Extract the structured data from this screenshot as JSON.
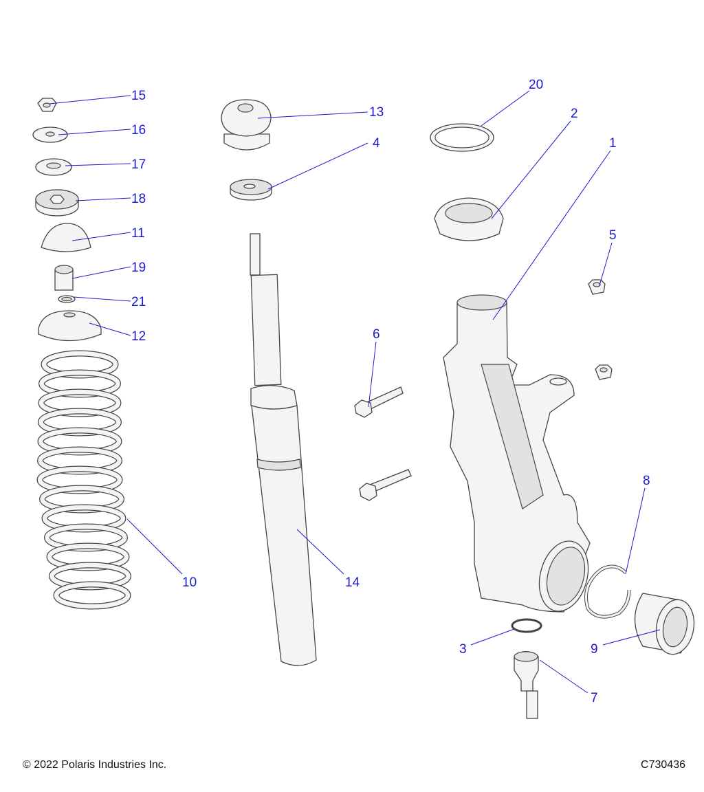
{
  "callouts": {
    "c1": "1",
    "c2": "2",
    "c3": "3",
    "c4": "4",
    "c5": "5",
    "c6": "6",
    "c7": "7",
    "c8": "8",
    "c9": "9",
    "c10": "10",
    "c11": "11",
    "c12": "12",
    "c13": "13",
    "c14": "14",
    "c15": "15",
    "c16": "16",
    "c17": "17",
    "c18": "18",
    "c19": "19",
    "c20": "20",
    "c21": "21"
  },
  "footer": {
    "copyright": "© 2022 Polaris Industries Inc.",
    "drawing_id": "C730436"
  },
  "colors": {
    "callout": "#1a1ad0",
    "line": "#444444"
  }
}
